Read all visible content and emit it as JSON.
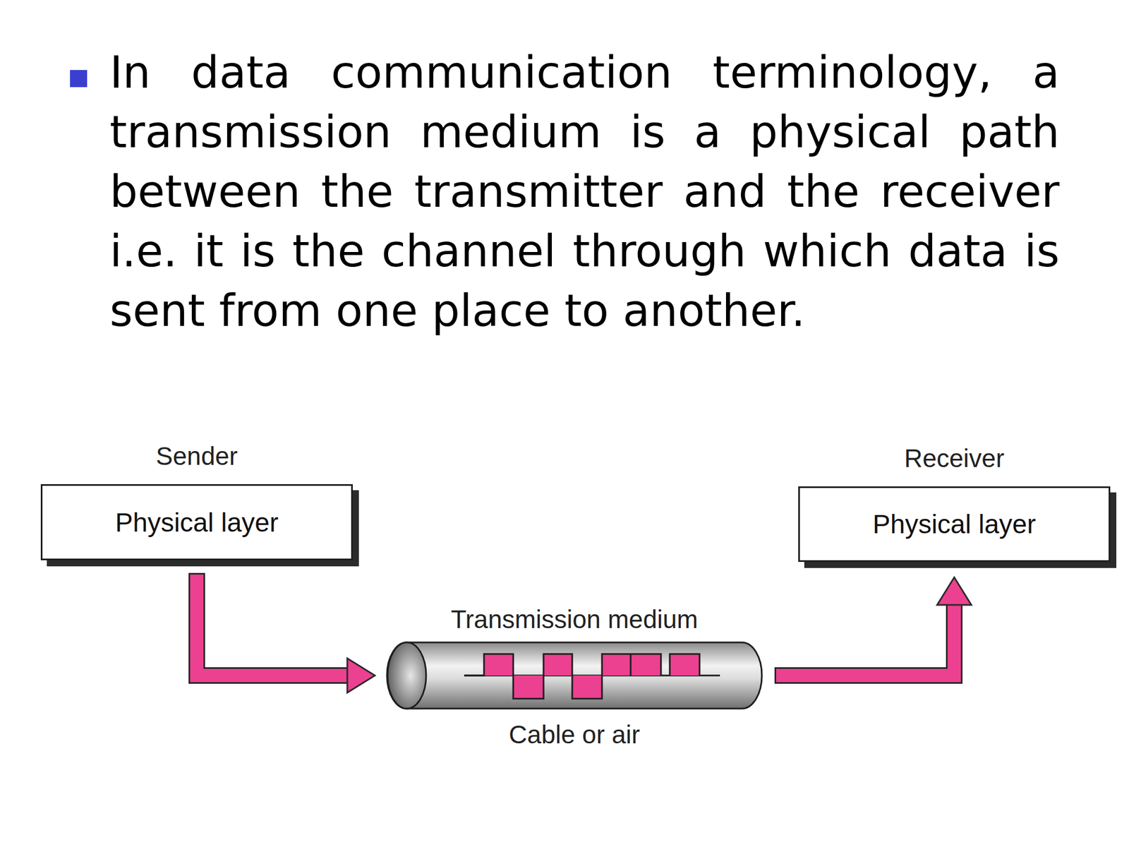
{
  "diagram": {
    "nodes": [
      {
        "text": [
          "Sender",
          "Physical layer"
        ]
      },
      {
        "text": [
          "Transmission medium",
          "Cable or air"
        ]
      },
      {
        "text": [
          "Receiver",
          "Physical layer"
        ]
      }
    ],
    "edges": [
      {
        "from": 0,
        "to": 1,
        "arrow": "to"
      },
      {
        "from": 1,
        "to": 2,
        "arrow": "to"
      }
    ],
    "labels": [
      "In data communication terminology, a transmission medium is a physical path between the transmitter and the receiver i.e. it is the channel through which data is sent from one place to another."
    ]
  }
}
